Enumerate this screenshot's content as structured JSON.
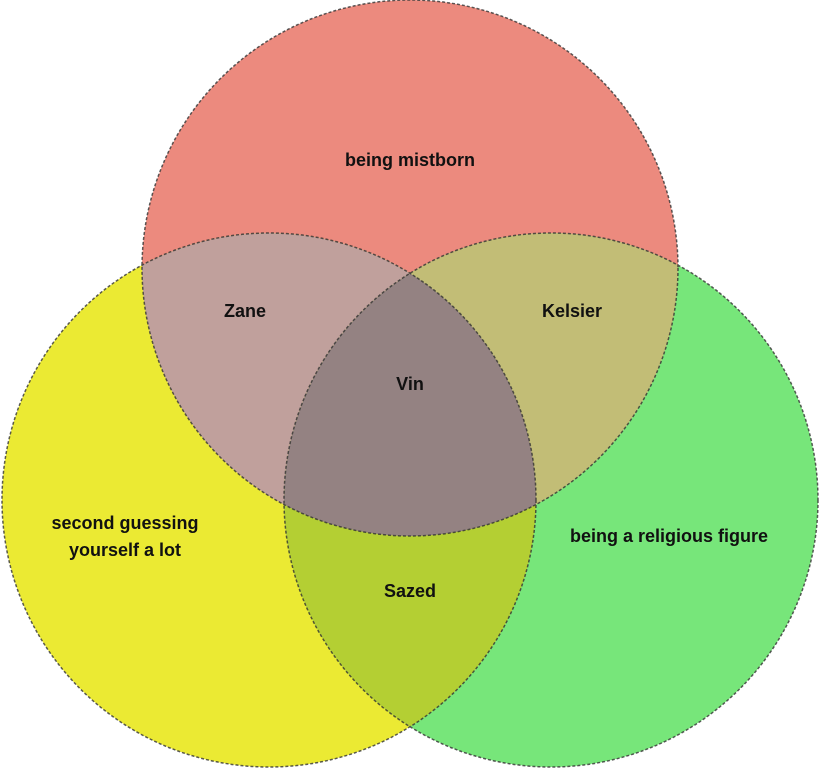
{
  "sets": [
    {
      "id": "top",
      "label": "being mistborn",
      "color": "#ec8a7e"
    },
    {
      "id": "left",
      "label_lines": [
        "second guessing",
        "yourself a lot"
      ],
      "color": "#ebea33"
    },
    {
      "id": "right",
      "label": "being a religious figure",
      "color": "#77e67a"
    }
  ],
  "intersections": {
    "top_left": {
      "label": "Zane",
      "color": "#c0a09c"
    },
    "top_right": {
      "label": "Kelsier",
      "color": "#c2bd76"
    },
    "left_right": {
      "label": "Sazed",
      "color": "#b4cf33"
    },
    "all": {
      "label": "Vin",
      "color": "#948282"
    }
  }
}
